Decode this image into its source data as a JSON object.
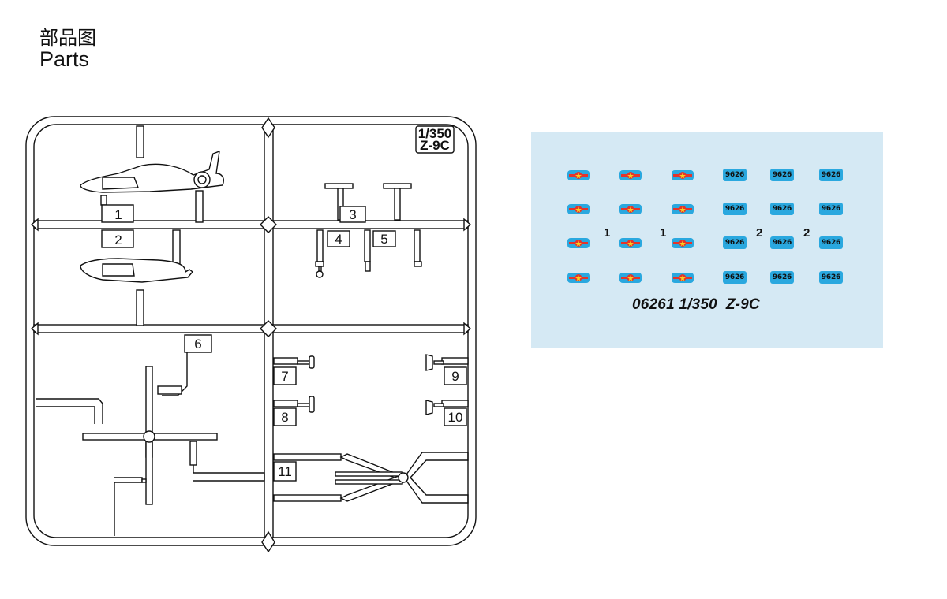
{
  "header": {
    "title_zh": "部品图",
    "title_en": "Parts"
  },
  "sprue": {
    "tag_scale": "1/350",
    "tag_model": "Z-9C",
    "parts": [
      "1",
      "2",
      "3",
      "4",
      "5",
      "6",
      "7",
      "8",
      "9",
      "10",
      "11"
    ]
  },
  "decal": {
    "badge_text": "9626",
    "side_numbers": [
      "1",
      "1",
      "2",
      "2"
    ],
    "code": "06261 1/350  Z-9C",
    "colors": {
      "sheet": "#d5e9f4",
      "badge": "#2aa8df",
      "roundel_red": "#e4342b",
      "star_yellow": "#f7d21e"
    }
  }
}
